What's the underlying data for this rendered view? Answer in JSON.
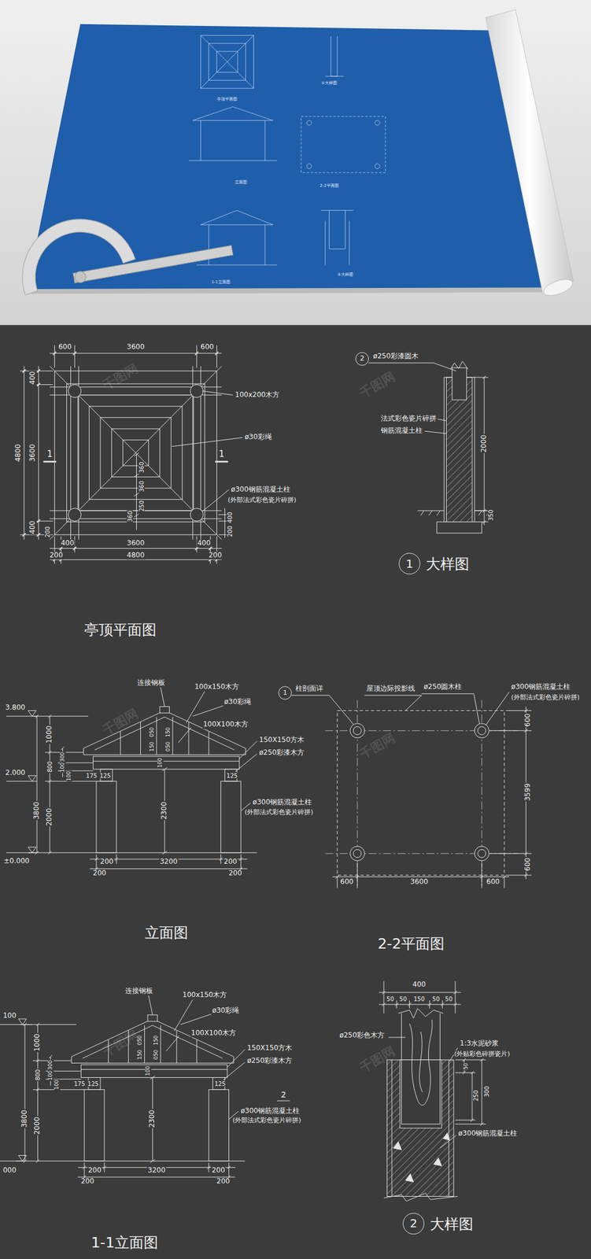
{
  "diagram": {
    "labels": [
      "亭顶平面图",
      "①大样图",
      "立面图",
      "2-2平面图",
      "1-1立面图",
      "②大样图",
      "600",
      "3600",
      "600",
      "400",
      "3600",
      "4800",
      "400",
      "200",
      "100x200木方",
      "ø30彩绳",
      "ø300钢筋混凝土柱",
      "(外部法式彩色瓷片碎拼)",
      "1",
      "1",
      "360",
      "360",
      "250",
      "360",
      "400",
      "200",
      "400",
      "3600",
      "400",
      "200",
      "4800",
      "200",
      "亭顶平面图",
      "2",
      "ø250彩漆圆木",
      "法式彩色瓷片碎拼",
      "钢筋混凝土柱",
      "2000",
      "350",
      "1",
      "大样图",
      "3.800",
      "2.000",
      "±0.000",
      "1000",
      "3800",
      "800",
      "2000",
      "300",
      "100",
      "100",
      "连接钢板",
      "100x150木方",
      "ø30彩绳",
      "100X100木方",
      "150X150方木",
      "ø250彩漆木方",
      "ø300钢筋混凝土柱",
      "(外部法式彩色瓷片碎拼)",
      "050",
      "150",
      "150",
      "050",
      "100",
      "175",
      "125",
      "125",
      "2300",
      "200",
      "3200",
      "200",
      "200",
      "200",
      "立面图",
      "1",
      "柱剖面详",
      "屋顶边际投影线",
      "ø250圆木柱",
      "ø300钢筋混凝土柱",
      "(外部法式彩色瓷片碎拼)",
      "600",
      "3599",
      "600",
      "600",
      "3600",
      "600",
      "2-2平面图",
      "100",
      "000",
      "1000",
      "3800",
      "800",
      "2000",
      "300",
      "100",
      "100",
      "连接钢板",
      "100x150木方",
      "ø30彩绳",
      "100X100木方",
      "150X150方木",
      "ø250彩漆木方",
      "2",
      "ø300钢筋混凝土柱",
      "(外部法式彩色瓷片碎拼)",
      "050",
      "150",
      "150",
      "050",
      "100",
      "175",
      "125",
      "125",
      "2300",
      "200",
      "3200",
      "200",
      "200",
      "200",
      "1-1立面图",
      "400",
      "50",
      "50",
      "150",
      "50",
      "50",
      "ø250彩色木方",
      "1:3水泥砂浆",
      "(外贴彩色碎拼瓷片)",
      "50",
      "250",
      "300",
      "ø300钢筋混凝土柱",
      "2",
      "大样图",
      "千图网",
      "千图网",
      "千图网",
      "千图网",
      "千图网",
      "千图网"
    ]
  }
}
